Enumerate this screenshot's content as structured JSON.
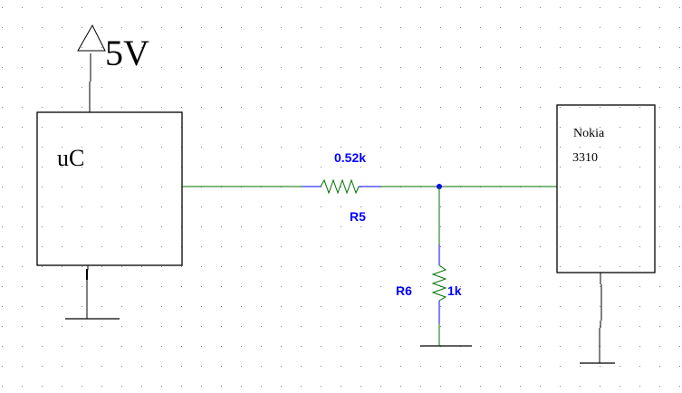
{
  "schematic": {
    "colors": {
      "wire": "#007000",
      "component_line": "#000000",
      "label_blue": "#0000ff",
      "pin_blue": "#0000ff",
      "grid_dot": "#808080",
      "junction": "#0000ff",
      "background": "#ffffff"
    },
    "power": {
      "label": "5V",
      "icon": "power-arrow-icon"
    },
    "microcontroller": {
      "label": "uC"
    },
    "phone": {
      "line1": "Nokia",
      "line2": "3310"
    },
    "r5": {
      "ref": "R5",
      "value": "0.52k",
      "icon": "resistor-icon"
    },
    "r6": {
      "ref": "R6",
      "value": "1k",
      "icon": "resistor-icon"
    },
    "grounds": [
      {
        "name": "uc-ground",
        "icon": "ground-icon"
      },
      {
        "name": "r6-ground",
        "icon": "ground-icon"
      },
      {
        "name": "phone-ground",
        "icon": "ground-icon"
      }
    ]
  }
}
